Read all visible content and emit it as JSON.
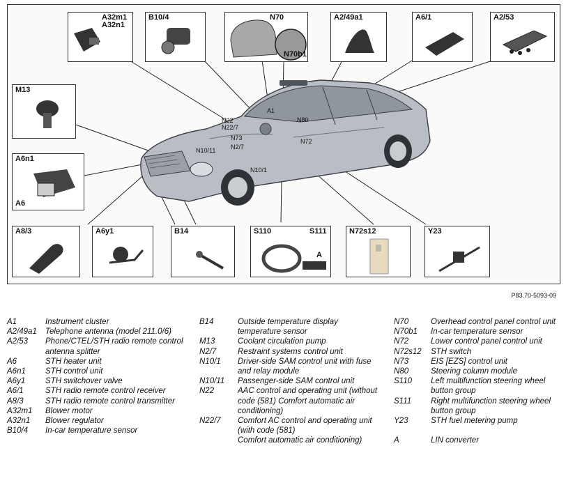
{
  "figure": {
    "reference": "P83.70-5093-09",
    "component_boxes": [
      {
        "id": "a32",
        "label": "A32m1\nA32n1",
        "icon": "blower-motor-icon"
      },
      {
        "id": "b10",
        "label": "B10/4",
        "icon": "temperature-sensor-icon"
      },
      {
        "id": "n70",
        "label": "N70",
        "sublabel": "N70b1",
        "icon": "overhead-control-panel-icon"
      },
      {
        "id": "a249",
        "label": "A2/49a1",
        "icon": "roof-antenna-icon"
      },
      {
        "id": "a61",
        "label": "A6/1",
        "icon": "radio-receiver-icon"
      },
      {
        "id": "a253",
        "label": "A2/53",
        "icon": "antenna-splitter-icon"
      },
      {
        "id": "m13",
        "label": "M13",
        "icon": "circulation-pump-icon"
      },
      {
        "id": "a6n1",
        "label": "A6n1",
        "sublabel": "A6",
        "icon": "heater-unit-icon"
      },
      {
        "id": "a83",
        "label": "A8/3",
        "icon": "remote-transmitter-icon"
      },
      {
        "id": "a6y1",
        "label": "A6y1",
        "icon": "switchover-valve-icon"
      },
      {
        "id": "b14",
        "label": "B14",
        "icon": "outside-temp-sensor-icon"
      },
      {
        "id": "s110",
        "label": "S110",
        "sublabel": "S111",
        "sublabel2": "A",
        "icon": "steering-wheel-icon"
      },
      {
        "id": "n72s12",
        "label": "N72s12",
        "icon": "sth-switch-icon"
      },
      {
        "id": "y23",
        "label": "Y23",
        "icon": "fuel-metering-pump-icon"
      }
    ],
    "car_callouts": {
      "a1": "A1",
      "n22": "N22",
      "n227": "N22/7",
      "n73": "N73",
      "n1011": "N10/11",
      "n27": "N2/7",
      "n101": "N10/1",
      "n80": "N80",
      "n72": "N72"
    }
  },
  "legend": {
    "col1": [
      {
        "code": "A1",
        "desc": "Instrument cluster"
      },
      {
        "code": "A2/49a1",
        "desc": "Telephone antenna (model 211.0/6)"
      },
      {
        "code": "A2/53",
        "desc": "Phone/CTEL/STH radio remote control antenna splitter"
      },
      {
        "code": "A6",
        "desc": "STH heater unit"
      },
      {
        "code": "A6n1",
        "desc": "STH control unit"
      },
      {
        "code": "A6y1",
        "desc": "STH switchover valve"
      },
      {
        "code": "A6/1",
        "desc": "STH radio remote control receiver"
      },
      {
        "code": "A8/3",
        "desc": "STH radio remote control transmitter"
      },
      {
        "code": "A32m1",
        "desc": "Blower motor"
      },
      {
        "code": "A32n1",
        "desc": "Blower regulator"
      },
      {
        "code": "B10/4",
        "desc": "In-car temperature sensor"
      }
    ],
    "col2": [
      {
        "code": "B14",
        "desc": "Outside temperature display temperature sensor"
      },
      {
        "code": "M13",
        "desc": "Coolant circulation pump"
      },
      {
        "code": "N2/7",
        "desc": "Restraint systems control unit"
      },
      {
        "code": "N10/1",
        "desc": "Driver-side SAM control unit with fuse and relay module"
      },
      {
        "code": "N10/11",
        "desc": "Passenger-side SAM control unit"
      },
      {
        "code": "N22",
        "desc": "AAC control and operating unit (without code (581) Comfort automatic air conditioning)"
      },
      {
        "code": "N22/7",
        "desc": "Comfort AC control and operating unit (with code (581)"
      },
      {
        "code": "",
        "desc": "Comfort automatic air conditioning)"
      }
    ],
    "col3": [
      {
        "code": "N70",
        "desc": "Overhead control panel control unit"
      },
      {
        "code": "N70b1",
        "desc": "In-car temperature sensor"
      },
      {
        "code": "N72",
        "desc": "Lower control panel control unit"
      },
      {
        "code": "N72s12",
        "desc": "STH switch"
      },
      {
        "code": "N73",
        "desc": "EIS [EZS] control unit"
      },
      {
        "code": "N80",
        "desc": "Steering column module"
      },
      {
        "code": "S110",
        "desc": "Left multifunction steering wheel button group"
      },
      {
        "code": "S111",
        "desc": "Right multifunction steering wheel button group"
      },
      {
        "code": "Y23",
        "desc": "STH fuel metering pump"
      },
      {
        "code": "",
        "desc": ""
      },
      {
        "code": "A",
        "desc": "LIN converter"
      }
    ]
  }
}
